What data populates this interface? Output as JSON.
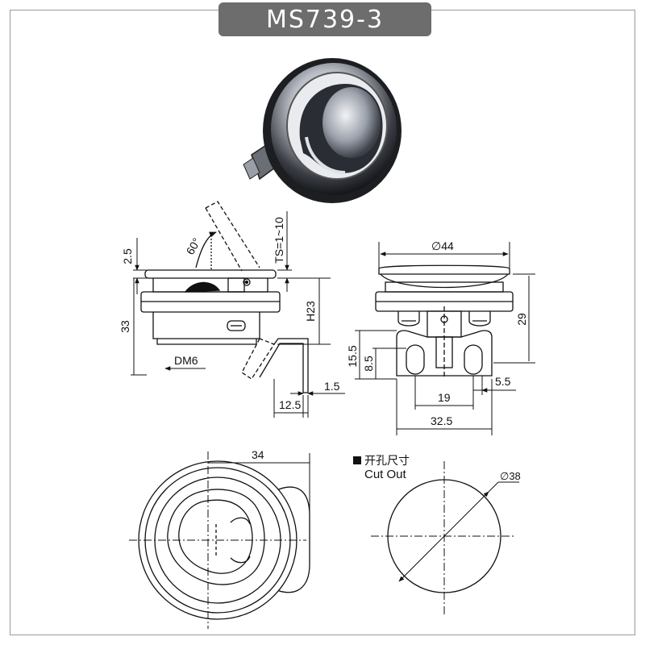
{
  "title": "MS739-3",
  "dimensions": {
    "thickness_top": "2.5",
    "angle": "60°",
    "ts_range": "TS=1~10",
    "height_total": "33",
    "h23": "H23",
    "thread": "DM6",
    "offset_12_5": "12.5",
    "plate_1_5": "1.5",
    "diameter_44": "∅44",
    "height_29": "29",
    "height_15_5": "15.5",
    "height_8_5": "8.5",
    "width_19": "19",
    "width_5_5": "5.5",
    "width_32_5": "32.5",
    "width_34": "34",
    "cutout_diameter": "∅38"
  },
  "cutout": {
    "label_cn": "开孔尺寸",
    "label_en": "Cut Out"
  },
  "colors": {
    "title_bg": "#6d6d6d",
    "line": "#111111",
    "frame": "#9a9a9a"
  }
}
